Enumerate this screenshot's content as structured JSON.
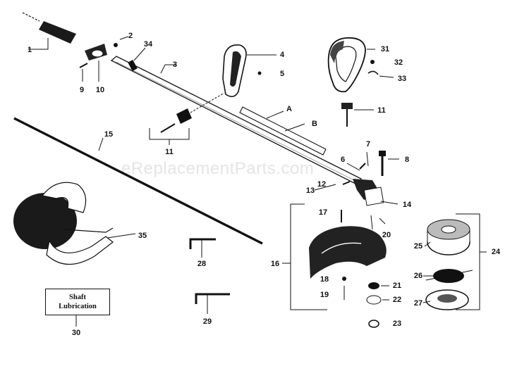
{
  "watermark": "eReplacementParts.com",
  "lubrication_box": {
    "line1": "Shaft",
    "line2": "Lubrication"
  },
  "part_labels": {
    "p1": "1",
    "p2": "2",
    "p3": "3",
    "p4": "4",
    "p5": "5",
    "p6": "6",
    "p7": "7",
    "p8": "8",
    "p9": "9",
    "p10": "10",
    "p11a": "11",
    "p11b": "11",
    "p12": "12",
    "p13": "13",
    "p14": "14",
    "p15": "15",
    "p16": "16",
    "p17": "17",
    "p18": "18",
    "p19": "19",
    "p20": "20",
    "p21": "21",
    "p22": "22",
    "p23": "23",
    "p24": "24",
    "p25": "25",
    "p26": "26",
    "p27": "27",
    "p28": "28",
    "p29": "29",
    "p30": "30",
    "p31": "31",
    "p32": "32",
    "p33": "33",
    "p34": "34",
    "p35": "35",
    "pA": "A",
    "pB": "B"
  }
}
